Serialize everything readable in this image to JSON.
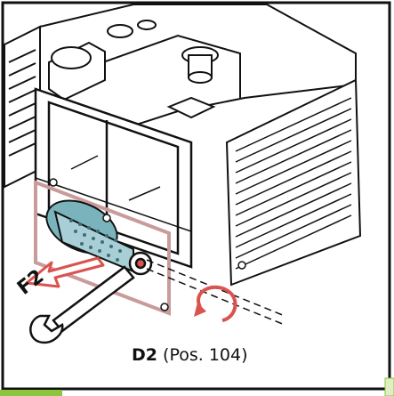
{
  "labels": {
    "f2": "F2",
    "part_code": "D2",
    "part_position": "(Pos. 104)"
  },
  "colors": {
    "frame_border": "#111111",
    "filter_teal": "#7ab3bc",
    "gasket_pink": "#c99b9b",
    "arrow_red": "#d9534f",
    "bar_green": "#8cc63f"
  }
}
